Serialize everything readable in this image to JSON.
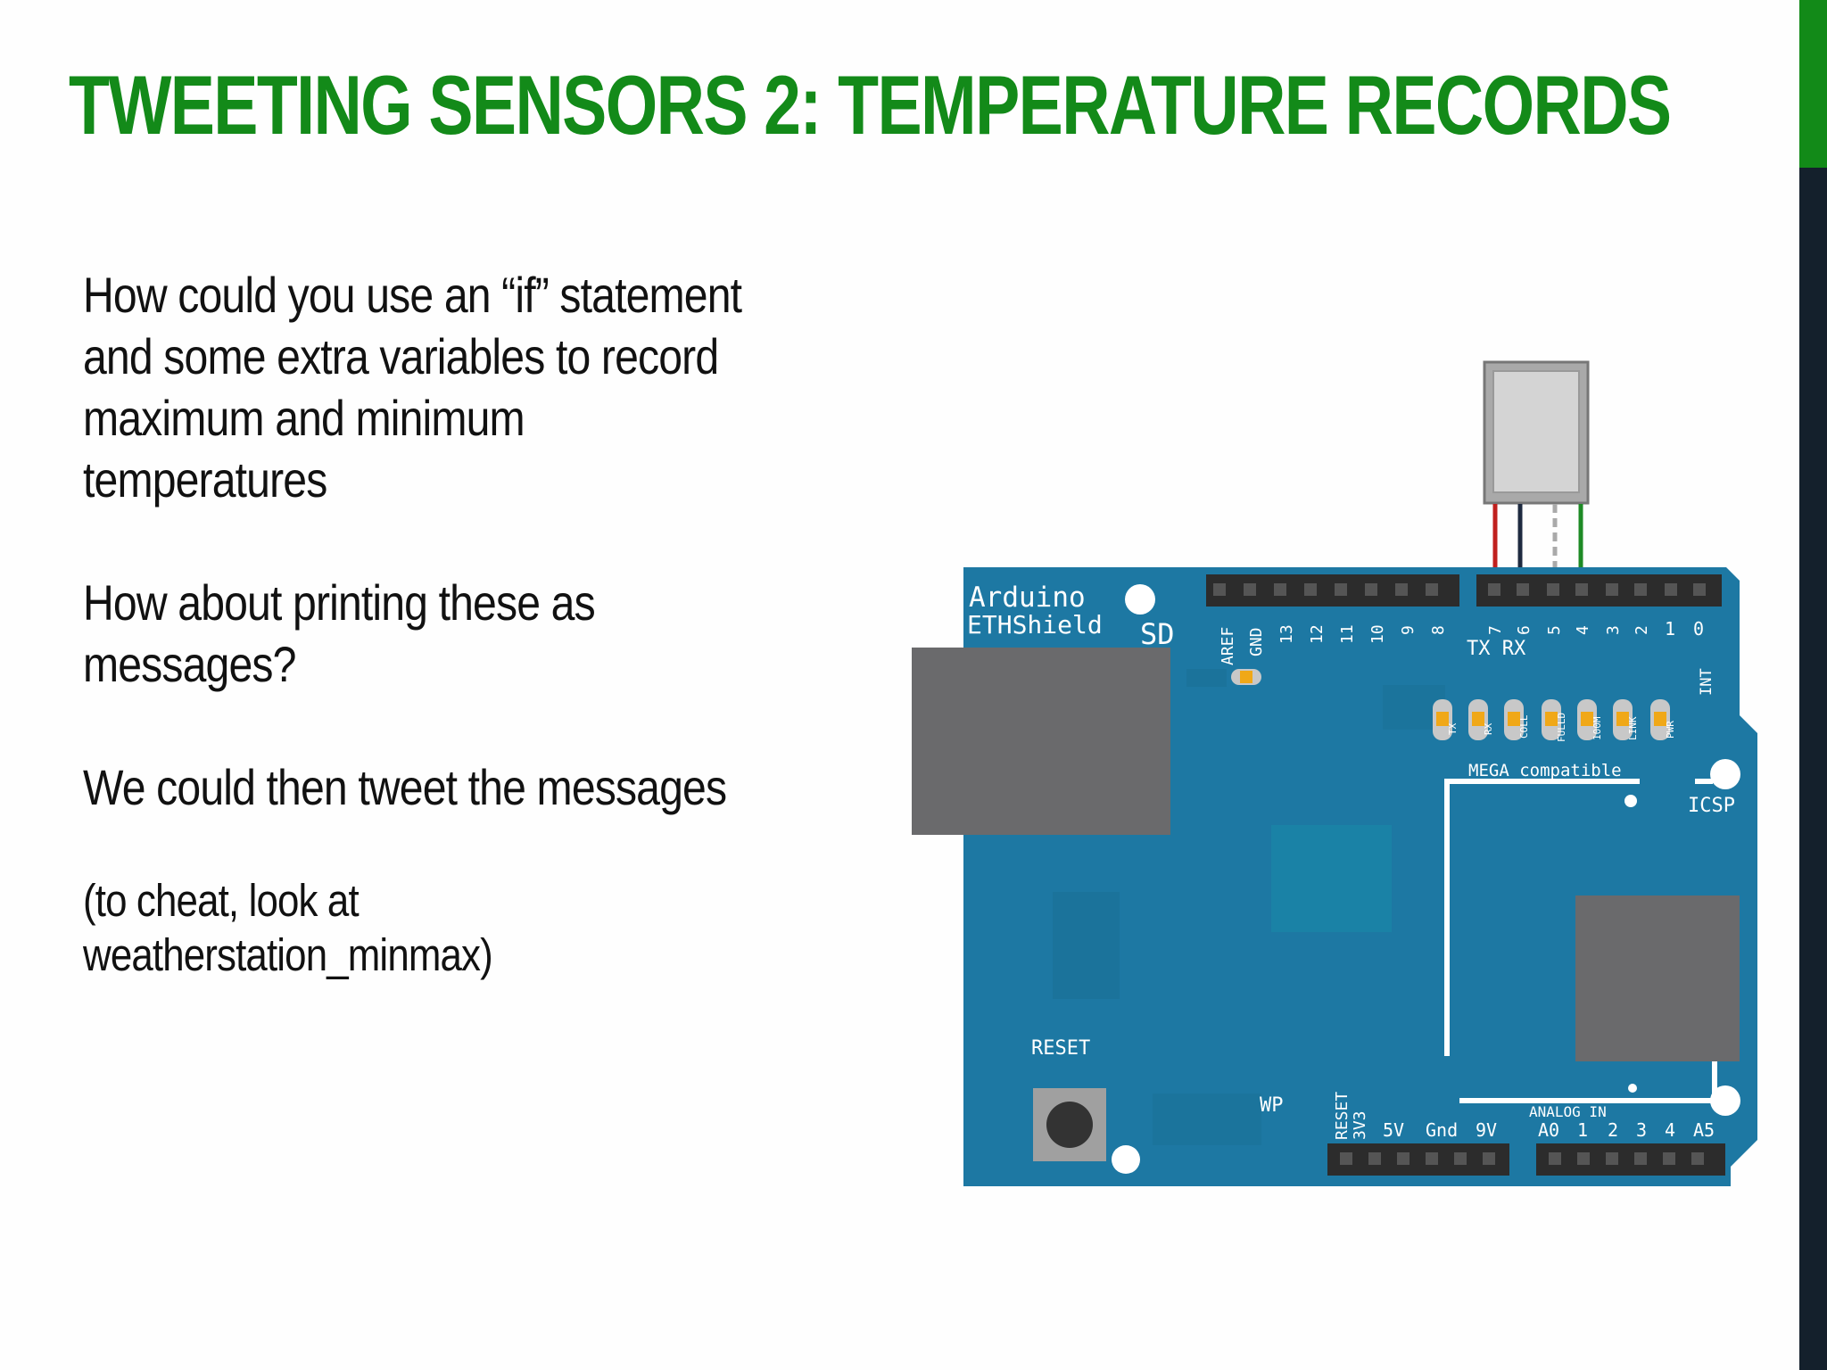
{
  "slide": {
    "title": "TWEETING SENSORS 2: TEMPERATURE RECORDS",
    "paragraphs": [
      "How could you use an “if” statement\nand some extra variables to record\nmaximum and minimum\ntemperatures",
      "How about printing these as\nmessages?",
      "We could then tweet the messages",
      "(to cheat, look at\nweatherstation_minmax)"
    ]
  },
  "board": {
    "brand_line1": "Arduino",
    "brand_line2": "ETHShield",
    "sd_label": "SD",
    "top_pins_left": [
      "AREF",
      "GND",
      "13",
      "12",
      "11",
      "10",
      "9",
      "8"
    ],
    "top_pins_right": [
      "7",
      "6",
      "5",
      "4",
      "3",
      "2",
      "1",
      "0"
    ],
    "txrx_label": "TX RX",
    "int_label": "INT",
    "leds": [
      "TX",
      "RX",
      "COLL",
      "FULLD",
      "100M",
      "LINK",
      "PWR"
    ],
    "mega_label": "MEGA compatible",
    "icsp_label": "ICSP",
    "reset_label": "RESET",
    "wp_label": "WP",
    "power_pins": [
      "RESET",
      "3V3",
      "5V",
      "Gnd",
      "9V"
    ],
    "analog_label": "ANALOG IN",
    "analog_pins": [
      "A0",
      "1",
      "2",
      "3",
      "4",
      "A5"
    ],
    "colors": {
      "board": "#1d78a3",
      "title_green": "#138a19",
      "wire_red": "#c0201e",
      "wire_dark": "#1e2a40",
      "wire_green": "#1d8a25"
    }
  }
}
